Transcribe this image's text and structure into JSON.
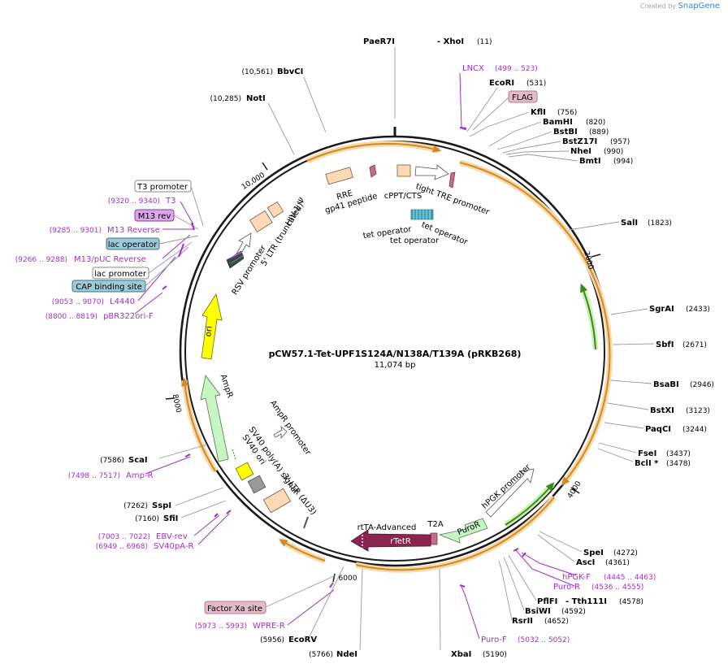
{
  "credit": {
    "prefix": "Created by",
    "brand": "SnapGene"
  },
  "plasmid": {
    "name": "pCW57.1-Tet-UPF1S124A/N138A/T139A (pRKB268)",
    "length_text": "11,074 bp"
  },
  "scale_labels": [
    "2000",
    "4000",
    "6000",
    "8000",
    "10,000"
  ],
  "sites": [
    {
      "name": "PaeR7I",
      "pos": ""
    },
    {
      "name": "- XhoI",
      "pos": "(11)"
    },
    {
      "name": "BbvCI",
      "pos": "(10,561)"
    },
    {
      "name": "NotI",
      "pos": "(10,285)"
    },
    {
      "name": "EcoRI",
      "pos": "(531)"
    },
    {
      "name": "KflI",
      "pos": "(756)"
    },
    {
      "name": "BamHI",
      "pos": "(820)"
    },
    {
      "name": "BstBI",
      "pos": "(889)"
    },
    {
      "name": "BstZ17I",
      "pos": "(957)"
    },
    {
      "name": "NheI",
      "pos": "(990)"
    },
    {
      "name": "BmtI",
      "pos": "(994)"
    },
    {
      "name": "SalI",
      "pos": "(1823)"
    },
    {
      "name": "SgrAI",
      "pos": "(2433)"
    },
    {
      "name": "SbfI",
      "pos": "(2671)"
    },
    {
      "name": "BsaBI",
      "pos": "(2946)"
    },
    {
      "name": "BstXI",
      "pos": "(3123)"
    },
    {
      "name": "PaqCI",
      "pos": "(3244)"
    },
    {
      "name": "FseI",
      "pos": "(3437)"
    },
    {
      "name": "BclI *",
      "pos": "(3478)"
    },
    {
      "name": "SpeI",
      "pos": "(4272)"
    },
    {
      "name": "AscI",
      "pos": "(4361)"
    },
    {
      "name": "PflFI",
      "pos": ""
    },
    {
      "name": "- Tth111I",
      "pos": "(4578)"
    },
    {
      "name": "BsiWI",
      "pos": "(4592)"
    },
    {
      "name": "RsrII",
      "pos": "(4652)"
    },
    {
      "name": "XbaI",
      "pos": "(5190)"
    },
    {
      "name": "NdeI",
      "pos": "(5766)"
    },
    {
      "name": "EcoRV",
      "pos": "(5956)"
    },
    {
      "name": "SfiI",
      "pos": "(7160)"
    },
    {
      "name": "SspI",
      "pos": "(7262)"
    },
    {
      "name": "ScaI",
      "pos": "(7586)"
    }
  ],
  "primers": [
    {
      "name": "LNCX",
      "pos": "(499 .. 523)"
    },
    {
      "name": "T3",
      "pos": "(9320 .. 9340)"
    },
    {
      "name": "M13 Reverse",
      "pos": "(9285 .. 9301)"
    },
    {
      "name": "M13/pUC Reverse",
      "pos": "(9266 .. 9288)"
    },
    {
      "name": "L4440",
      "pos": "(9053 .. 9070)"
    },
    {
      "name": "pBR322ori-F",
      "pos": "(8800 .. 8819)"
    },
    {
      "name": "Amp-R",
      "pos": "(7498 .. 7517)"
    },
    {
      "name": "EBV-rev",
      "pos": "(7003 .. 7022)"
    },
    {
      "name": "SV40pA-R",
      "pos": "(6949 .. 6968)"
    },
    {
      "name": "WPRE-R",
      "pos": "(5973 .. 5993)"
    },
    {
      "name": "hPGK-F",
      "pos": "(4445 .. 4463)"
    },
    {
      "name": "Puro-R",
      "pos": "(4536 .. 4555)"
    },
    {
      "name": "Puro-F",
      "pos": "(5032 .. 5052)"
    }
  ],
  "boxed_labels": [
    {
      "name": "FLAG",
      "fill": "#e4bcc8",
      "stroke": "#b07a8c"
    },
    {
      "name": "T3 promoter",
      "fill": "#ffffff",
      "stroke": "#888888"
    },
    {
      "name": "M13 rev",
      "fill": "#d9a6e6",
      "stroke": "#8a3aa6"
    },
    {
      "name": "lac operator",
      "fill": "#9ec9d9",
      "stroke": "#3c7488"
    },
    {
      "name": "lac promoter",
      "fill": "#ffffff",
      "stroke": "#888888"
    },
    {
      "name": "CAP binding site",
      "fill": "#9ec9d9",
      "stroke": "#3c7488"
    },
    {
      "name": "Factor Xa site",
      "fill": "#e4bcc8",
      "stroke": "#b07a8c"
    }
  ],
  "features": [
    {
      "name": "RRE"
    },
    {
      "name": "gp41 peptide"
    },
    {
      "name": "cPPT/CTS"
    },
    {
      "name": "tight TRE promoter"
    },
    {
      "name": "tet operator"
    },
    {
      "name": "tet operator"
    },
    {
      "name": "tet operator"
    },
    {
      "name": "HIV-1 Ψ"
    },
    {
      "name": "5' LTR (truncated)"
    },
    {
      "name": "RSV promoter"
    },
    {
      "name": "ori"
    },
    {
      "name": "AmpR"
    },
    {
      "name": "AmpR promoter"
    },
    {
      "name": "SV40 poly(A) signal"
    },
    {
      "name": "SV40 ori"
    },
    {
      "name": "3' LTR (ΔU3)"
    },
    {
      "name": "hPGK promoter"
    },
    {
      "name": "PuroR"
    },
    {
      "name": "T2A"
    },
    {
      "name": "rtTA-Advanced"
    },
    {
      "name": "rTetR"
    }
  ],
  "colors": {
    "backbone": "#1a1a1a",
    "orange_arc": "#cf8a2a",
    "orange_halo": "#f7d9a6",
    "green_arc": "#3b8a1f",
    "green_halo": "#cdeeb4",
    "primer": "#a030c8",
    "ori": "#ffff00",
    "ampr": "#c8f5c4",
    "puror": "#c8f5c4",
    "rtetr": "#8c2452",
    "ltr": "#fdd9b5",
    "tetop": "#3aa3b5"
  }
}
